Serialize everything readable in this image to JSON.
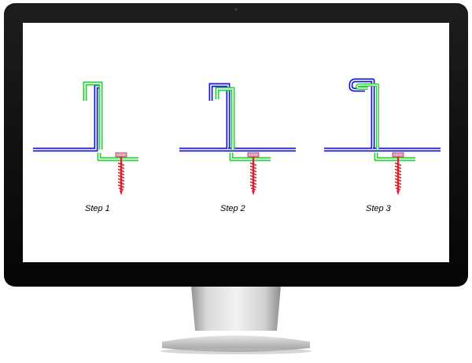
{
  "diagram": {
    "steps": [
      {
        "label": "Step 1"
      },
      {
        "label": "Step 2"
      },
      {
        "label": "Step 3"
      }
    ]
  },
  "colors": {
    "bezel": "#0e0e0e",
    "screen": "#ffffff",
    "panel_blue": "#1a1adf",
    "clip_green": "#2bd33b",
    "screw_red": "#e0202c",
    "washer_pink": "#f2a7b4",
    "stand_silver": "#c8c8c8"
  },
  "icons": {
    "camera": "webcam-dot-icon"
  }
}
